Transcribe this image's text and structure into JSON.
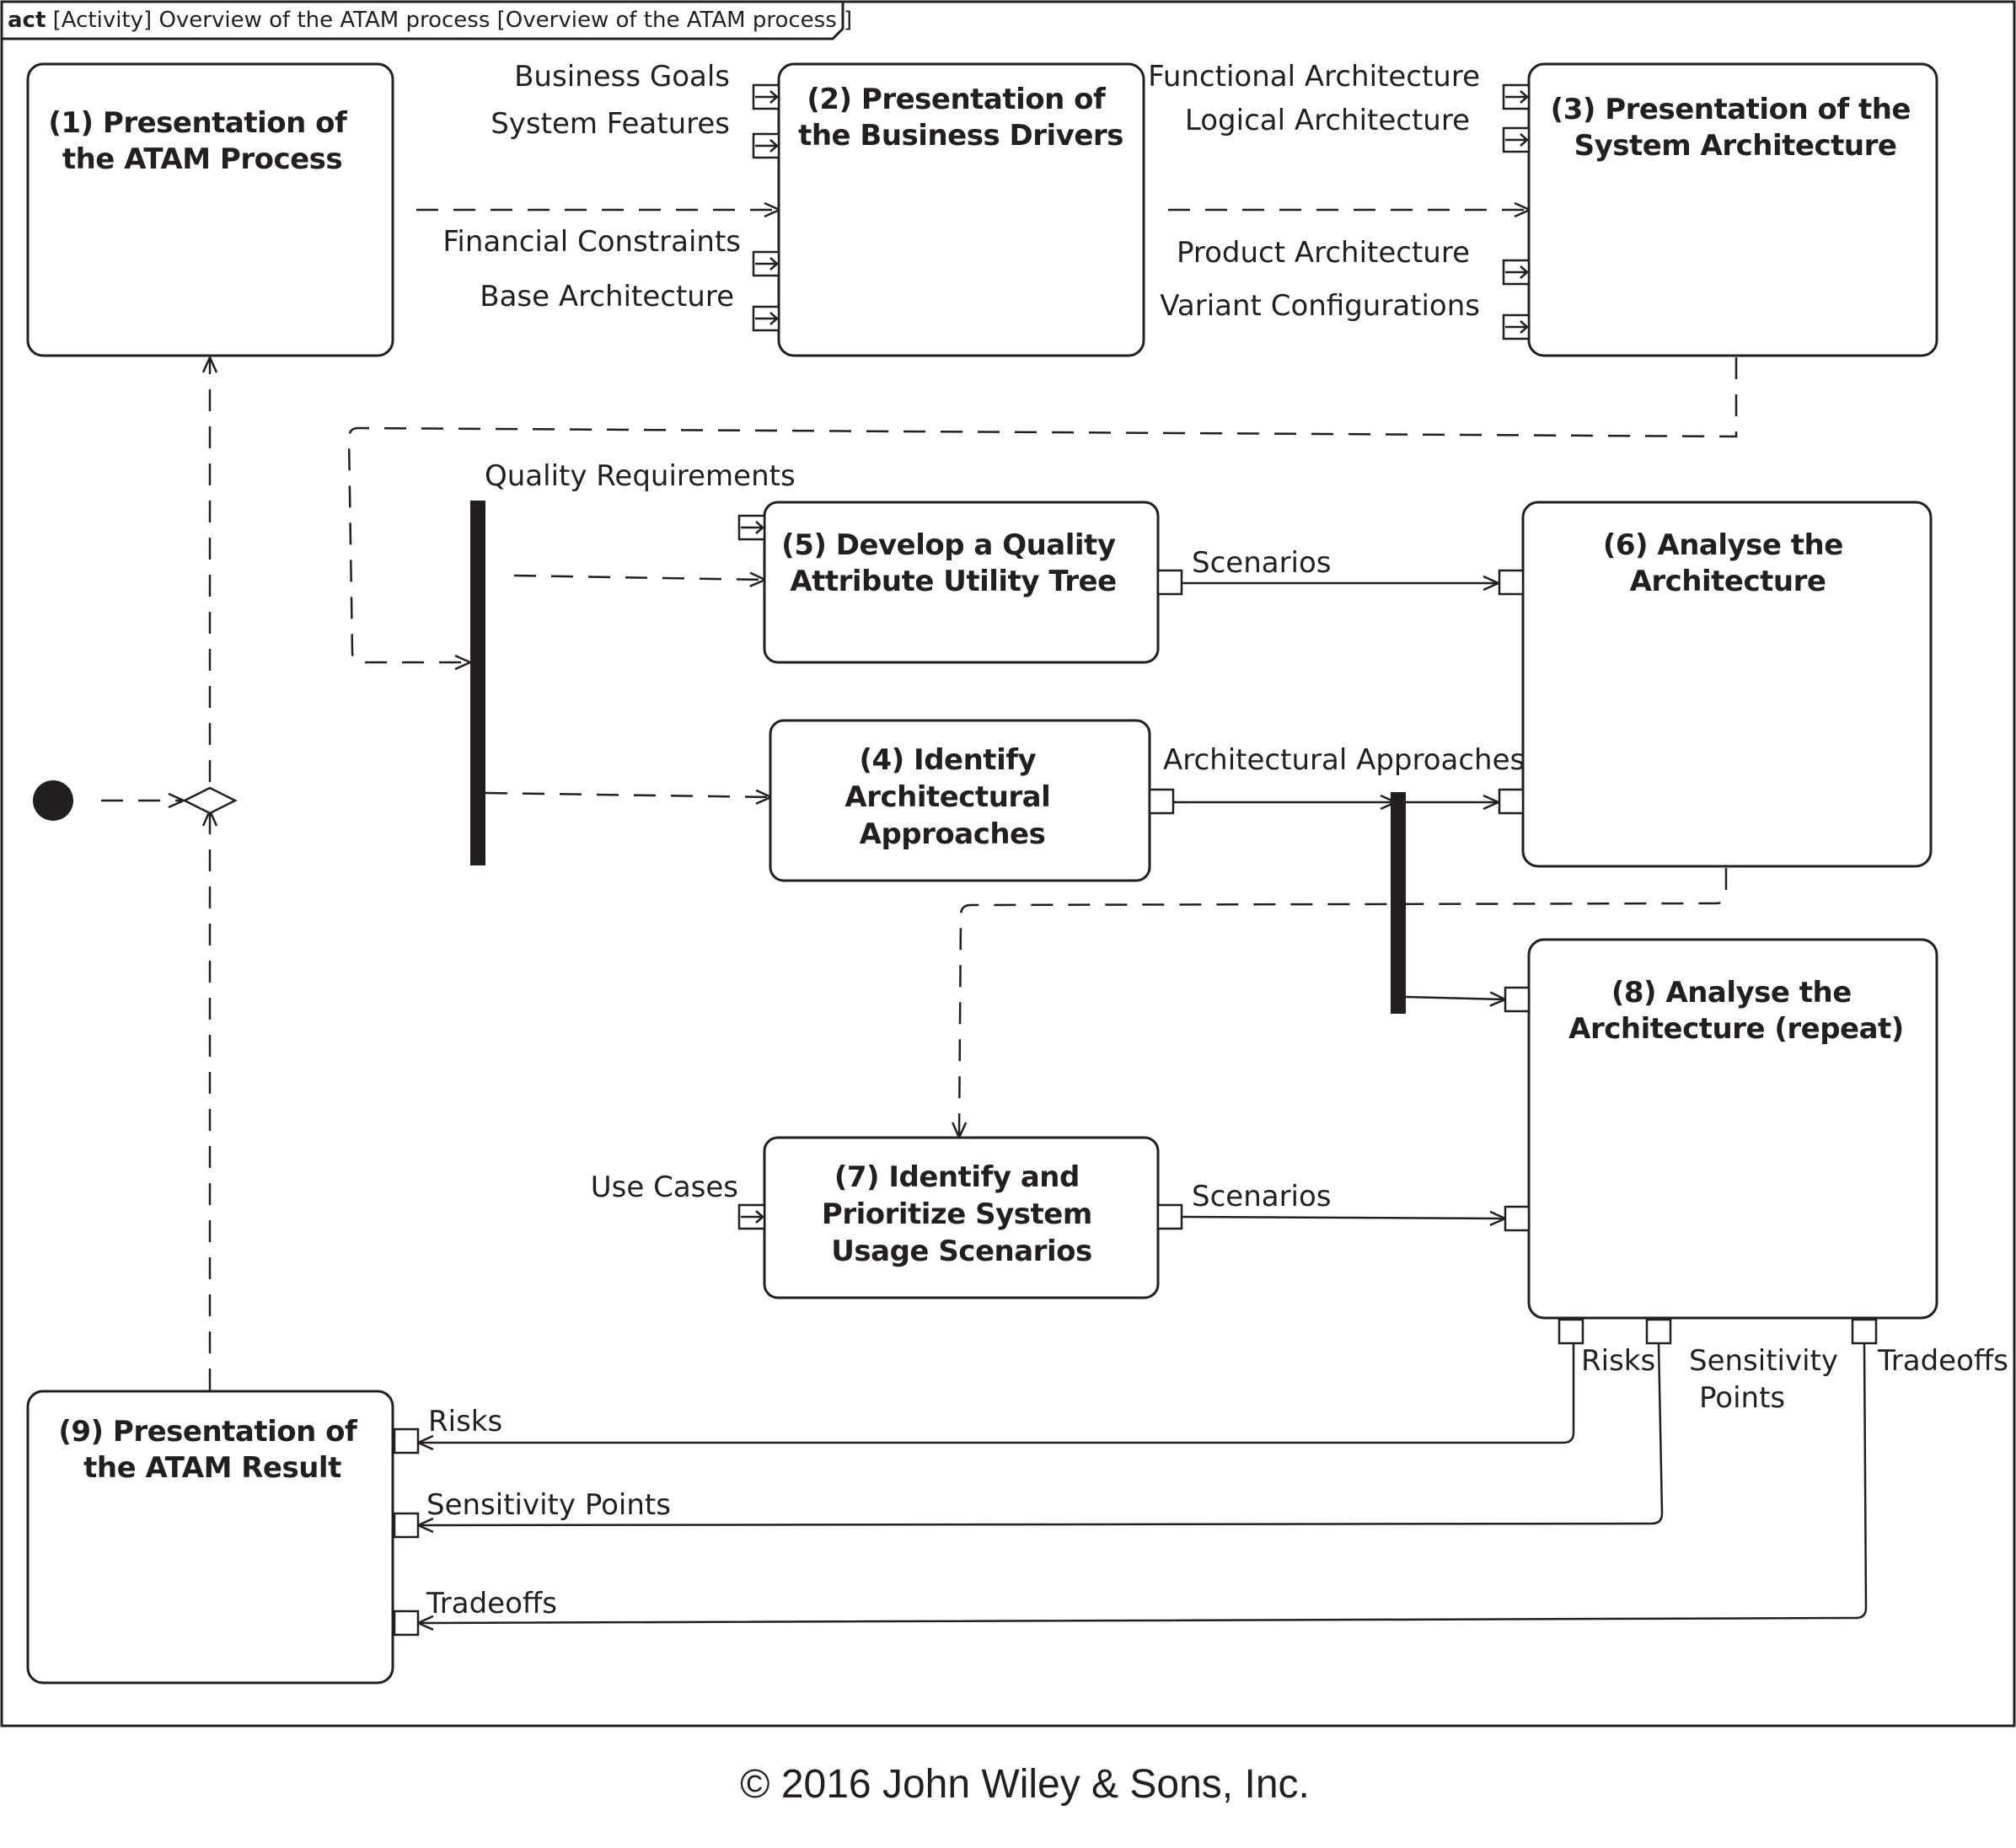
{
  "diagram": {
    "header": {
      "keyword": "act",
      "text": "[Activity] Overview of the ATAM process [Overview of the ATAM process ]"
    },
    "actions": {
      "a1": [
        "(1) Presentation of",
        "the ATAM Process"
      ],
      "a2": [
        "(2) Presentation of",
        "the Business Drivers"
      ],
      "a3": [
        "(3) Presentation of the",
        "System Architecture"
      ],
      "a4": [
        "(4) Identify",
        "Architectural",
        "Approaches"
      ],
      "a5": [
        "(5) Develop a Quality",
        "Attribute Utility Tree"
      ],
      "a6": [
        "(6) Analyse the",
        "Architecture"
      ],
      "a7": [
        "(7) Identify and",
        "Prioritize System",
        "Usage Scenarios"
      ],
      "a8": [
        "(8) Analyse the",
        "Architecture (repeat)"
      ],
      "a9": [
        "(9) Presentation of",
        "the ATAM Result"
      ]
    },
    "pins": {
      "business_goals": "Business Goals",
      "system_features": "System Features",
      "financial_constraints": "Financial Constraints",
      "base_architecture": "Base Architecture",
      "functional_architecture": "Functional Architecture",
      "logical_architecture": "Logical Architecture",
      "product_architecture": "Product Architecture",
      "variant_configurations": "Variant Configurations",
      "quality_requirements": "Quality Requirements",
      "scenarios_5": "Scenarios",
      "architectural_approaches": "Architectural Approaches",
      "use_cases": "Use Cases",
      "scenarios_7": "Scenarios",
      "out_risks": "Risks",
      "out_sensitivity": [
        "Sensitivity",
        "Points"
      ],
      "out_tradeoffs": "Tradeoffs",
      "in_risks": "Risks",
      "in_sensitivity": "Sensitivity Points",
      "in_tradeoffs": "Tradeoffs"
    },
    "copyright": "© 2016 John Wiley & Sons, Inc."
  }
}
